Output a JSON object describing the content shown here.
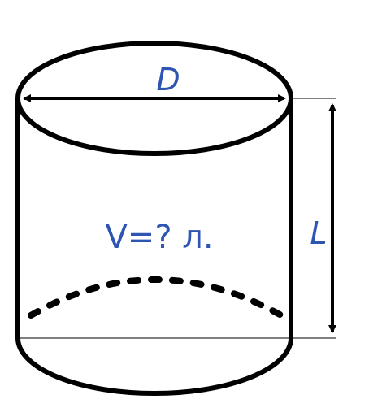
{
  "diagram": {
    "labels": {
      "diameter": "D",
      "length": "L",
      "volume": "V=? л."
    },
    "colors": {
      "outline": "#000000",
      "label": "#2f55b3",
      "background": "#ffffff"
    }
  }
}
